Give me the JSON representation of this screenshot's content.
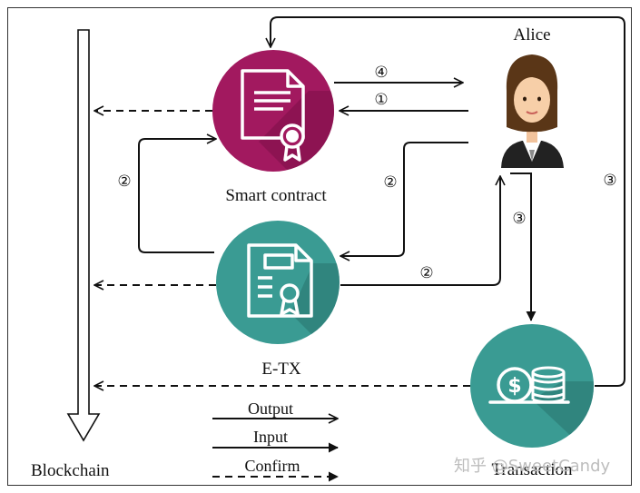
{
  "labels": {
    "alice": "Alice",
    "smart_contract": "Smart contract",
    "etx": "E-TX",
    "transaction": "Transaction",
    "blockchain": "Blockchain"
  },
  "step_markers": {
    "step4": "④",
    "step1": "①",
    "step2_left": "②",
    "step2_right": "②",
    "step2_bottom": "②",
    "step3_mid": "③",
    "step3_right": "③"
  },
  "legend": {
    "output": "Output",
    "input": "Input",
    "confirm": "Confirm"
  },
  "watermark": "知乎 @SweetCandy",
  "colors": {
    "smart_contract": "#a2195f",
    "etx": "#3a9b93",
    "transaction": "#3a9b93",
    "line": "#111111"
  },
  "icons": {
    "smart_contract": "document-seal-icon",
    "etx": "certificate-icon",
    "transaction": "dollar-coins-icon",
    "alice": "person-avatar-icon"
  }
}
